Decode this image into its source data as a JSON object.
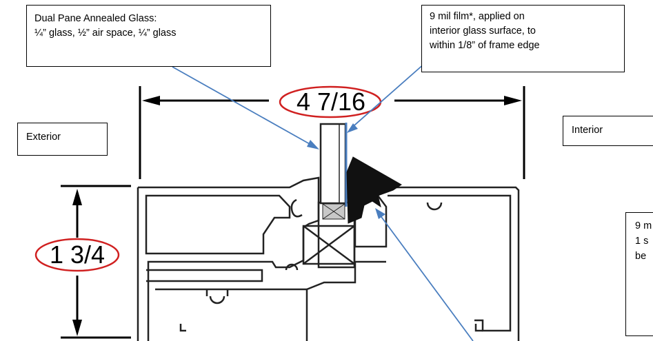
{
  "callouts": {
    "glass": {
      "lines": [
        "Dual Pane Annealed Glass:",
        "¼” glass, ½” air space, ¼” glass"
      ]
    },
    "film": {
      "lines": [
        "9 mil film*, applied on",
        "interior glass surface, to",
        "within 1/8” of frame edge"
      ]
    },
    "exterior": "Exterior",
    "interior": "Interior",
    "note": {
      "lines": [
        "9 m",
        "1 s",
        "be"
      ]
    }
  },
  "dimensions": {
    "width_label": "4 7/16",
    "height_label": "1 3/4"
  },
  "colors": {
    "leader": "#4a7ebf",
    "highlight_ellipse": "#d02020",
    "profile": "#222222",
    "seal": "#111111",
    "setting_block": "#c8c8c8"
  }
}
